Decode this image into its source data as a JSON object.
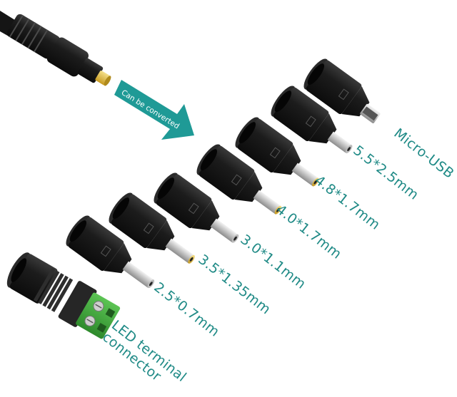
{
  "arrow": {
    "text": "Can be converted",
    "color": "#1f9a96"
  },
  "colors": {
    "label": "#1f8a86",
    "plug_body": "#1b1b1b",
    "terminal_block": "#3fa53a",
    "gold_tip": "#e8c24a",
    "silver_tip": "#d8d8d8"
  },
  "adapters": [
    {
      "label": "Micro-USB"
    },
    {
      "label": "5.5*2.5mm"
    },
    {
      "label": "4.8*1.7mm"
    },
    {
      "label": "4.0*1.7mm"
    },
    {
      "label": "3.0*1.1mm"
    },
    {
      "label": "3.5*1.35mm"
    },
    {
      "label": "2.5*0.7mm"
    },
    {
      "label": "LED terminal\nconnector"
    }
  ]
}
